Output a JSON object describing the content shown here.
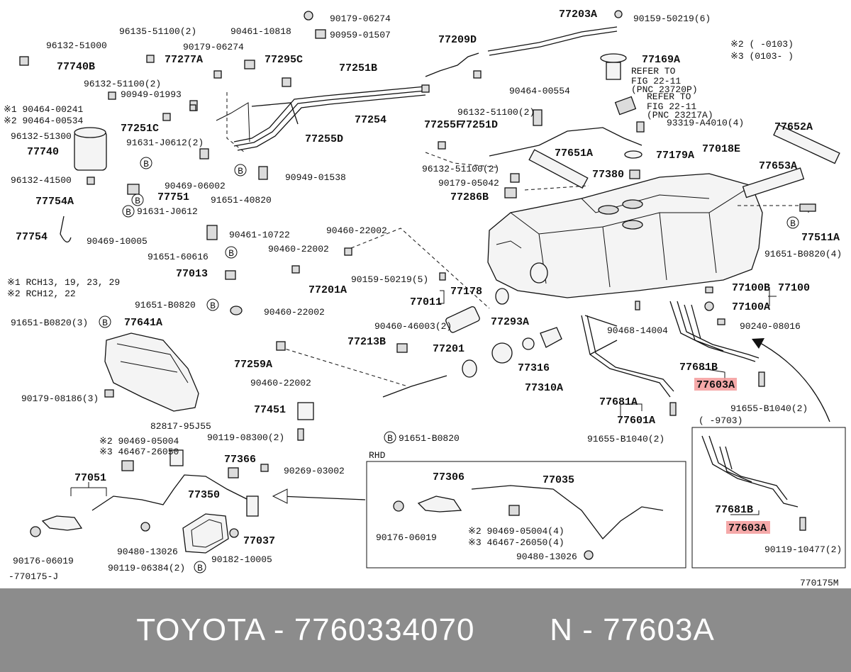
{
  "labels": {
    "p1": "96132-51000",
    "p2": "77740B",
    "p3": "96135-51100(2)",
    "p4": "90461-10818",
    "p5": "90179-06274",
    "p6": "90959-01507",
    "p7": "77203A",
    "p8": "90159-50219(6)",
    "p9": "77277A",
    "p10": "90179-06274",
    "p11": "77295C",
    "p12": "77209D",
    "p13": "77251B",
    "p14": "77169A",
    "p15": "REFER TO",
    "p16": "FIG 22-11",
    "p17": "(PNC 23720P)",
    "p18": "REFER TO",
    "p19": "FIG 22-11",
    "p20": "(PNC 23217A)",
    "p21": "96132-51100(2)",
    "p22": "90949-01993",
    "p23": "※1 90464-00241",
    "p24": "※2 90464-00534",
    "p25": "77251C",
    "p26": "77254",
    "p27": "90464-00554",
    "p28": "96132-51100(2)",
    "p29": "77255F",
    "p30": "77251D",
    "p31": "93319-A4010(4)",
    "p32": "96132-51300",
    "p33": "77740",
    "p34": "91631-J0612(2)",
    "p35": "77255D",
    "p36": "77179A",
    "p37": "77018E",
    "p38": "77652A",
    "p39": "77651A",
    "p40": "77380",
    "p41": "90949-01538",
    "p42": "96132-51100(2)",
    "p43": "96132-41500",
    "p44": "90469-06002",
    "p45": "77751",
    "p46": "90179-05042",
    "p47": "77653A",
    "p48": "77754A",
    "p49": "91651-40820",
    "p50": "91631-J0612",
    "p51": "77286B",
    "p52": "77511A",
    "p53": "77754",
    "p54": "90469-10005",
    "p55": "90461-10722",
    "p56": "90460-22002",
    "p57": "91651-60616",
    "p58": "90460-22002",
    "p59": "91651-B0820(4)",
    "p60": "※1 RCH13, 19, 23, 29",
    "p61": "※2 RCH12, 22",
    "p62": "77013",
    "p63": "77201A",
    "p64": "90159-50219(5)",
    "p65": "77100B",
    "p66": "77100",
    "p67": "91651-B0820",
    "p68": "77178",
    "p69": "77011",
    "p70": "90460-22002",
    "p71": "77100A",
    "p72": "91651-B0820(3)",
    "p73": "77641A",
    "p74": "90460-46003(2)",
    "p75": "77293A",
    "p76": "90468-14004",
    "p77": "90240-08016",
    "p78": "77213B",
    "p79": "77201",
    "p80": "77259A",
    "p81": "77681B",
    "p82": "77316",
    "p83": "77603A",
    "p84": "90179-08186(3)",
    "p85": "90460-22002",
    "p86": "77310A",
    "p87": "77681A",
    "p88": "91655-B1040(2)",
    "p89": "77451",
    "p90": "77601A",
    "p91": "( -9703)",
    "p92": "82817-95J55",
    "p93": "90119-08300(2)",
    "p94": "91651-B0820",
    "p95": "91655-B1040(2)",
    "p96": "※2 90469-05004",
    "p97": "※3 46467-26050",
    "p98": "77366",
    "p99": "RHD",
    "p100": "90269-03002",
    "p101": "77051",
    "p102": "77306",
    "p103": "77035",
    "p104": "77350",
    "p105": "77681B",
    "p106": "77603A",
    "p107": "90176-06019",
    "p108": "90480-13026",
    "p109": "77037",
    "p110": "90176-06019",
    "p111": "※2 90469-05004(4)",
    "p112": "※3 46467-26050(4)",
    "p113": "90119-10477(2)",
    "p114": "90119-06384(2)",
    "p115": "90182-10005",
    "p116": "90480-13026",
    "p117": "-770175-J",
    "p118": "770175M",
    "p119": "※2 ( -0103)",
    "p120": "※3 (0103- )"
  },
  "badges": {
    "b": "B"
  },
  "highlight_color": "#f39a9a",
  "footer": {
    "left": "TOYOTA - 7760334070",
    "right": "N - 77603A"
  }
}
